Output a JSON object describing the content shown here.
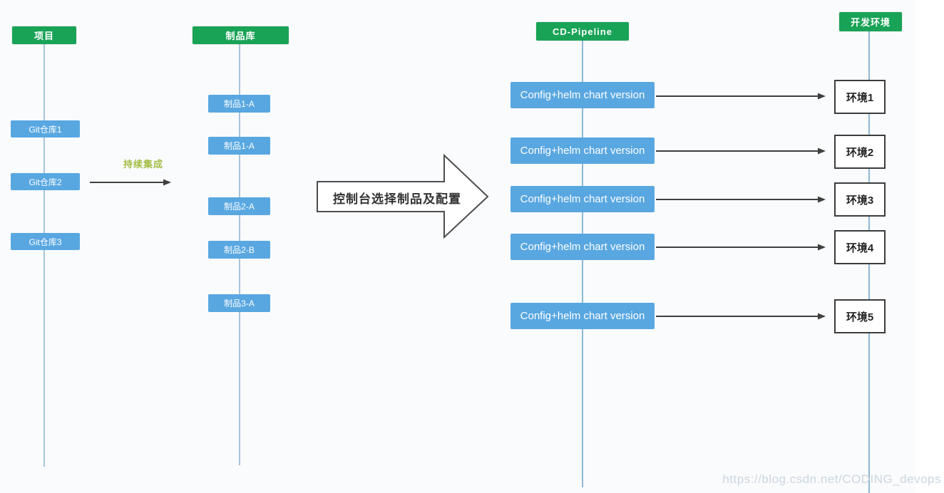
{
  "lanes": {
    "project": {
      "header": "项目",
      "nodes": [
        "Git仓库1",
        "Git仓库2",
        "Git仓库3"
      ]
    },
    "artifact_repo": {
      "header": "制品库",
      "nodes": [
        "制品1-A",
        "制品1-A",
        "制品2-A",
        "制品2-B",
        "制品3-A"
      ]
    },
    "cd_pipeline": {
      "header": "CD-Pipeline",
      "nodes": [
        "Config+helm chart version",
        "Config+helm chart version",
        "Config+helm chart version",
        "Config+helm chart version",
        "Config+helm chart version"
      ]
    },
    "dev_env": {
      "header": "开发环境",
      "nodes": [
        "环境1",
        "环境2",
        "环境3",
        "环境4",
        "环境5"
      ]
    }
  },
  "labels": {
    "ci_arrow": "持续集成",
    "console_arrow": "控制台选择制品及配置"
  },
  "watermark": "https://blog.csdn.net/CODING_devops",
  "colors": {
    "lane_header_green": "#18a356",
    "node_blue": "#58a7e1",
    "lifeline_blue": "#a6c5dd",
    "lifeline_deep_blue": "#8db9d8",
    "ci_label_olive": "#a3bd45",
    "arrow_dark": "#3f3f3f",
    "env_border_dark": "#3c3c3c",
    "watermark_gray": "#ccd6df"
  }
}
